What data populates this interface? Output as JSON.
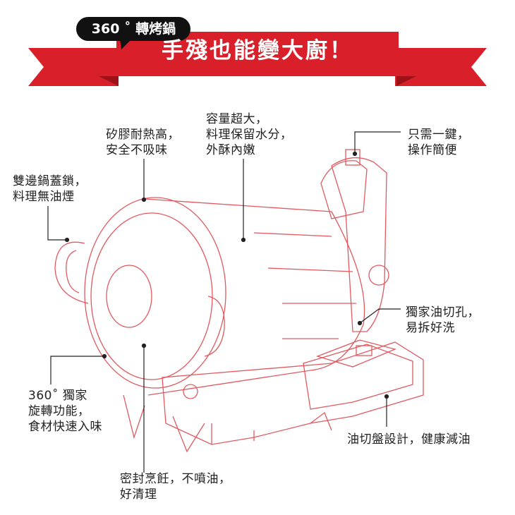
{
  "header": {
    "badge_text": "360 ˚ 轉烤鍋",
    "banner_title": "手殘也能變大廚！"
  },
  "callouts": {
    "lid_lock": "雙邊鍋蓋鎖，\n料理無油煙",
    "silicone": "矽膠耐熱高，\n安全不吸味",
    "capacity": "容量超大，\n料理保留水分，\n外酥內嫩",
    "one_button": "只需一鍵，\n操作簡便",
    "oil_hole": "獨家油切孔，\n易拆好洗",
    "rotation": "360˚ 獨家\n旋轉功能，\n食材快速入味",
    "oil_tray": "油切盤設計，健康減油",
    "sealed": "密封烹飪，不噴油，\n好清理"
  },
  "colors": {
    "accent_red": "#d9202a",
    "dark_red": "#9e1118",
    "bubble_black": "#111111",
    "line_art": "#e05a60",
    "leader": "#222222"
  }
}
